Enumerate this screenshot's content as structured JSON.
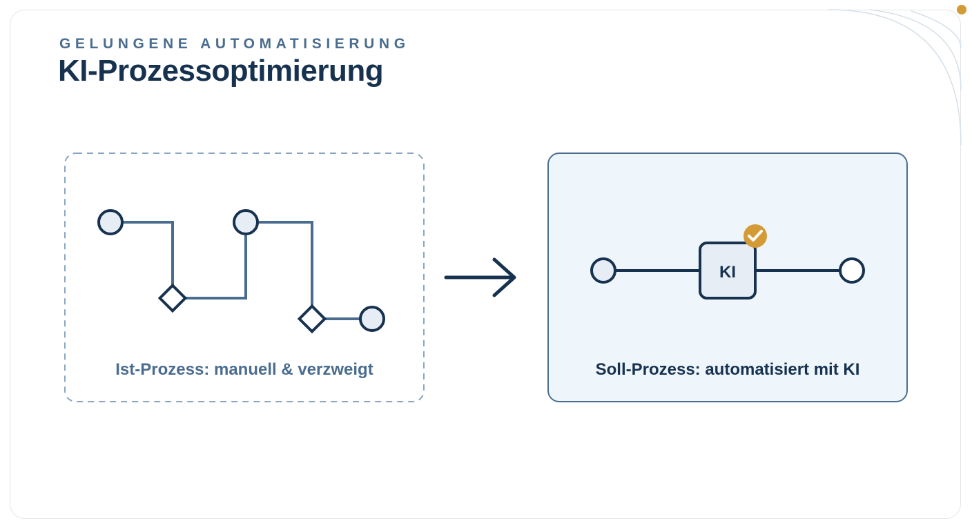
{
  "header": {
    "eyebrow": "GELUNGENE AUTOMATISIERUNG",
    "title": "KI-Prozessoptimierung"
  },
  "ist_process": {
    "label": "Ist-Prozess: manuell & verzweigt"
  },
  "soll_process": {
    "label": "Soll-Prozess: automatisiert mit KI",
    "center_node": "KI"
  },
  "colors": {
    "navy": "#17324f",
    "steel_blue": "#4a6d8f",
    "node_fill": "#e6edf5",
    "panel_fill": "#eef5fb",
    "accent_gold": "#d49a36"
  }
}
